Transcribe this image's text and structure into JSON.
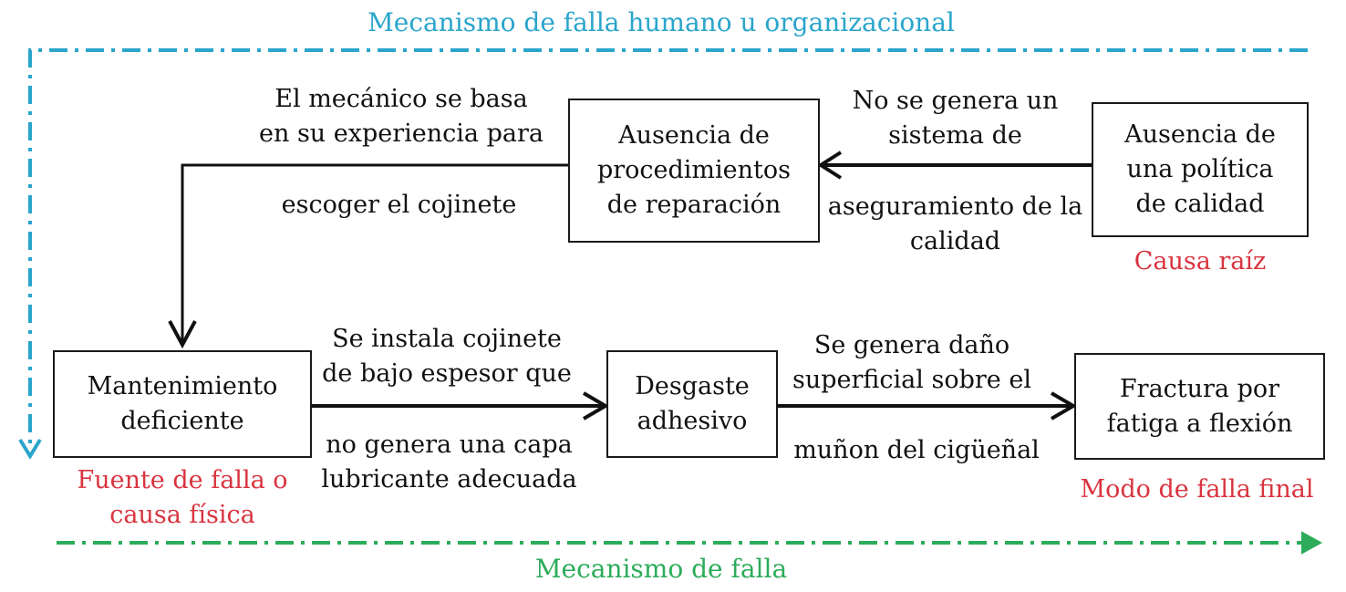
{
  "top_label": "Mecanismo de falla humano u organizacional",
  "bottom_label": "Mecanismo de falla",
  "boxes": {
    "ausencia_politica": "Ausencia de\nuna política\nde calidad",
    "ausencia_procedimientos": "Ausencia de\nprocedimientos\nde reparación",
    "mantenimiento": "Mantenimiento\ndeficiente",
    "desgaste": "Desgaste\nadhesivo",
    "fractura": "Fractura por\nfatiga a flexión"
  },
  "edges": {
    "politica_to_proc_top": "No se genera un\nsistema de",
    "politica_to_proc_bottom": "aseguramiento de la\ncalidad",
    "proc_to_mant_top": "El mecánico se basa\nen su experiencia para",
    "proc_to_mant_bottom": "escoger el cojinete",
    "mant_to_desg_top": "Se instala cojinete\nde bajo espesor que",
    "mant_to_desg_bottom": "no genera una capa\nlubricante adecuada",
    "desg_to_fract_top": "Se genera daño\nsuperficial sobre el",
    "desg_to_fract_bottom": "muñon del cigüeñal"
  },
  "annotations": {
    "causa_raiz": "Causa raíz",
    "fuente_falla": "Fuente de falla o\ncausa física",
    "modo_falla": "Modo de falla final"
  },
  "colors": {
    "blue_line": "#2aa5cc",
    "green_line": "#2cac5a",
    "red_text": "#d9343f"
  }
}
